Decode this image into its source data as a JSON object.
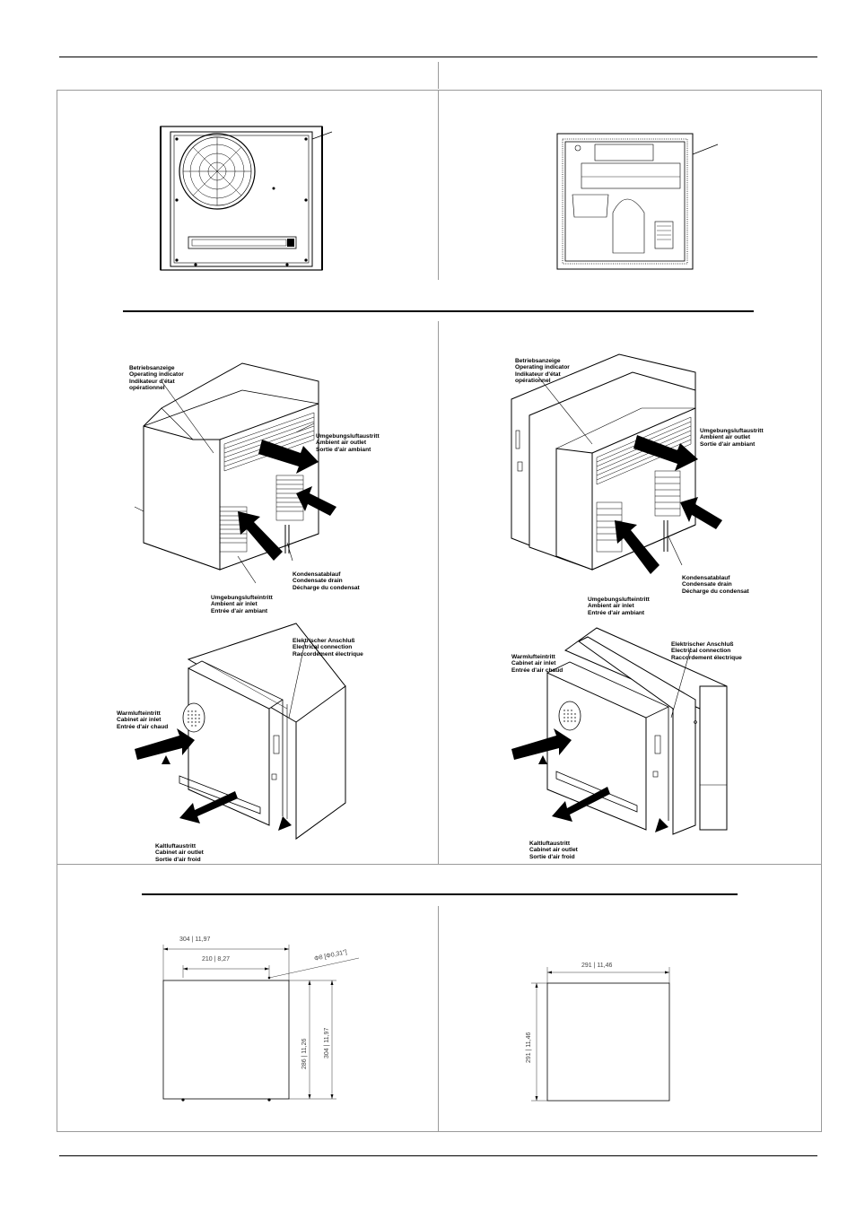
{
  "labels": {
    "ext_top": {
      "operating": [
        "Betriebsanzeige",
        "Operating indicator",
        "Indikateur d'état",
        "opérationnel"
      ],
      "ambient_outlet": [
        "Umgebungsluftaustritt",
        "Ambient air outlet",
        "Sortie d'air ambiant"
      ],
      "condensate": [
        "Kondensatablauf",
        "Condensate drain",
        "Décharge du condensat"
      ],
      "ambient_inlet": [
        "Umgebungslufteintritt",
        "Ambient air inlet",
        "Entrée d'air ambiant"
      ]
    },
    "ext_bottom": {
      "electrical": [
        "Elektrischer Anschluß",
        "Electrical connection",
        "Raccordement électrique"
      ],
      "cabinet_inlet": [
        "Warmlufteintritt",
        "Cabinet air inlet",
        "Entrée d'air chaud"
      ],
      "cabinet_outlet": [
        "Kaltluftaustritt",
        "Cabinet air outlet",
        "Sortie d'air froid"
      ]
    }
  },
  "dims": {
    "left": {
      "top_width": "304",
      "top_width_in": "11,97",
      "hole_spacing": "210",
      "hole_spacing_in": "8,27",
      "hole_dia": "Φ8 [Φ0,31\"]",
      "height_inner": "286",
      "height_inner_in": "11,26",
      "height_outer": "304",
      "height_outer_in": "11,97"
    },
    "right": {
      "width": "291",
      "width_in": "11,46",
      "height": "291",
      "height_in": "11,46"
    }
  }
}
